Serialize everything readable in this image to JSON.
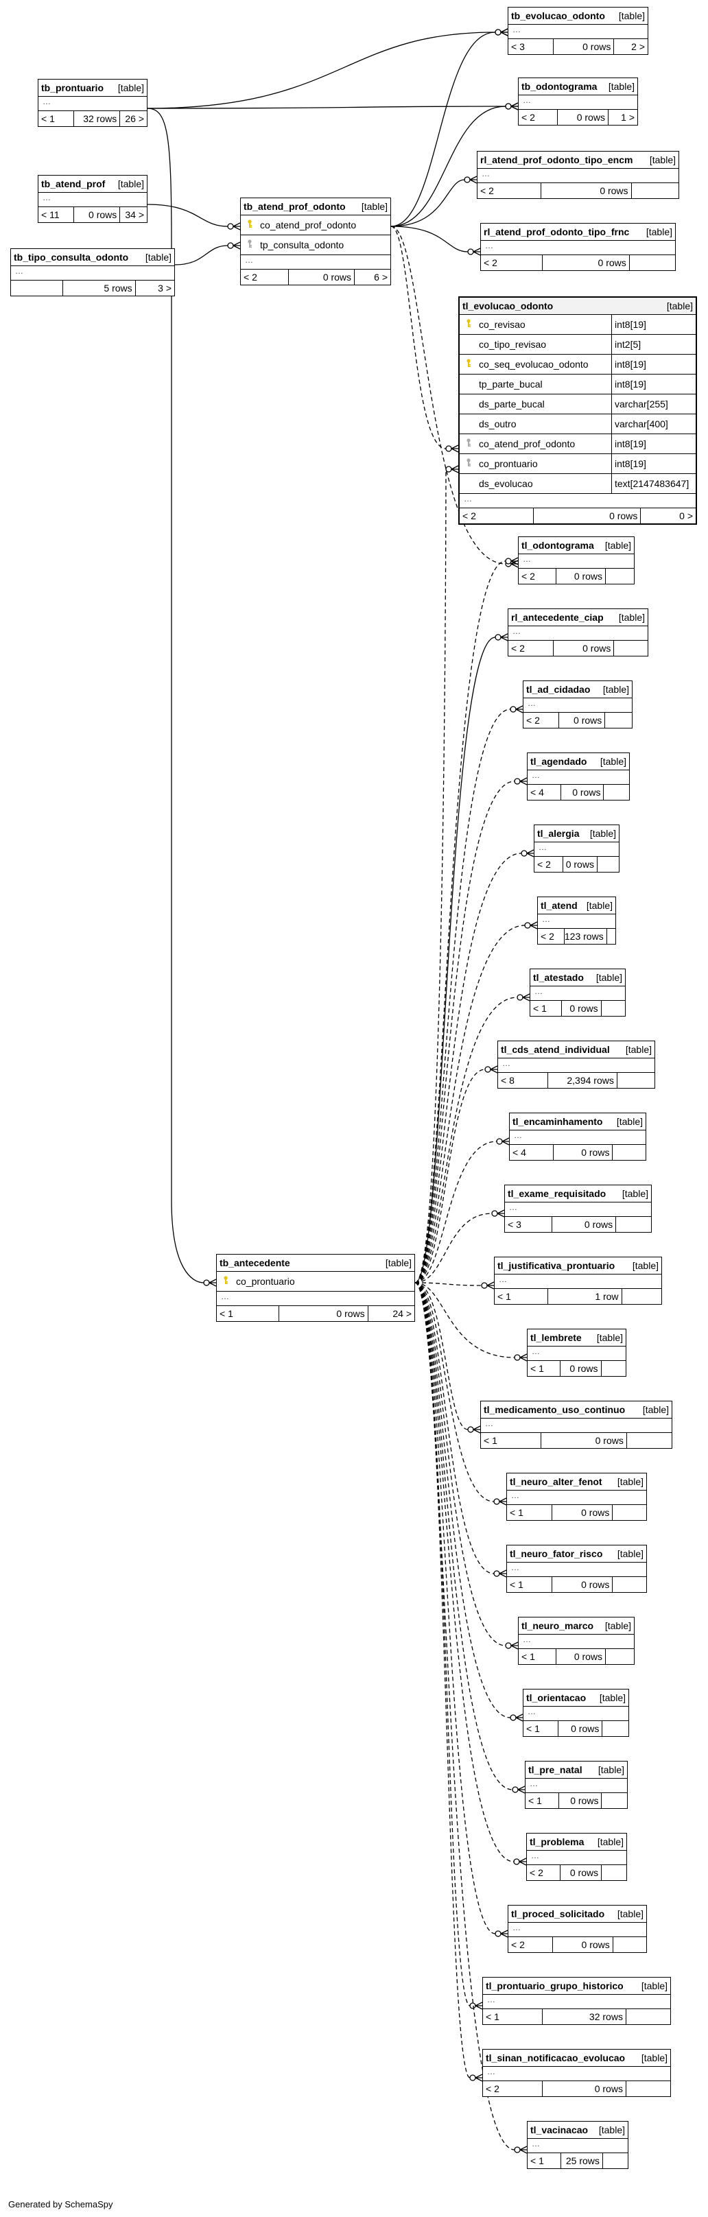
{
  "tables": [
    {
      "id": "tb_evolucao_odonto",
      "name": "tb_evolucao_odonto",
      "kind": "[table]",
      "parents": "< 3",
      "rows": "0 rows",
      "children": "2 >"
    },
    {
      "id": "tb_prontuario",
      "name": "tb_prontuario",
      "kind": "[table]",
      "parents": "< 1",
      "rows": "32 rows",
      "children": "26 >"
    },
    {
      "id": "tb_odontograma",
      "name": "tb_odontograma",
      "kind": "[table]",
      "parents": "< 2",
      "rows": "0 rows",
      "children": "1 >"
    },
    {
      "id": "rl_atend_prof_odonto_tipo_encm",
      "name": "rl_atend_prof_odonto_tipo_encm",
      "kind": "[table]",
      "parents": "< 2",
      "rows": "0 rows",
      "children": ""
    },
    {
      "id": "tb_atend_prof",
      "name": "tb_atend_prof",
      "kind": "[table]",
      "parents": "< 11",
      "rows": "0 rows",
      "children": "34 >"
    },
    {
      "id": "tb_atend_prof_odonto",
      "name": "tb_atend_prof_odonto",
      "kind": "[table]",
      "parents": "< 2",
      "rows": "0 rows",
      "children": "6 >",
      "columns": [
        {
          "name": "co_atend_prof_odonto",
          "key": "pk"
        },
        {
          "name": "tp_consulta_odonto",
          "key": "fk"
        }
      ]
    },
    {
      "id": "rl_atend_prof_odonto_tipo_frnc",
      "name": "rl_atend_prof_odonto_tipo_frnc",
      "kind": "[table]",
      "parents": "< 2",
      "rows": "0 rows",
      "children": ""
    },
    {
      "id": "tb_tipo_consulta_odonto",
      "name": "tb_tipo_consulta_odonto",
      "kind": "[table]",
      "parents": "",
      "rows": "5 rows",
      "children": "3 >"
    },
    {
      "id": "tl_evolucao_odonto",
      "name": "tl_evolucao_odonto",
      "kind": "[table]",
      "parents": "< 2",
      "rows": "0 rows",
      "children": "0 >",
      "columns": [
        {
          "name": "co_revisao",
          "key": "pk",
          "type": "int8[19]"
        },
        {
          "name": "co_tipo_revisao",
          "key": "",
          "type": "int2[5]"
        },
        {
          "name": "co_seq_evolucao_odonto",
          "key": "pk",
          "type": "int8[19]"
        },
        {
          "name": "tp_parte_bucal",
          "key": "",
          "type": "int8[19]"
        },
        {
          "name": "ds_parte_bucal",
          "key": "",
          "type": "varchar[255]"
        },
        {
          "name": "ds_outro",
          "key": "",
          "type": "varchar[400]"
        },
        {
          "name": "co_atend_prof_odonto",
          "key": "fk",
          "type": "int8[19]"
        },
        {
          "name": "co_prontuario",
          "key": "fk",
          "type": "int8[19]"
        },
        {
          "name": "ds_evolucao",
          "key": "",
          "type": "text[2147483647]"
        }
      ]
    },
    {
      "id": "tl_odontograma",
      "name": "tl_odontograma",
      "kind": "[table]",
      "parents": "< 2",
      "rows": "0 rows",
      "children": ""
    },
    {
      "id": "rl_antecedente_ciap",
      "name": "rl_antecedente_ciap",
      "kind": "[table]",
      "parents": "< 2",
      "rows": "0 rows",
      "children": ""
    },
    {
      "id": "tl_ad_cidadao",
      "name": "tl_ad_cidadao",
      "kind": "[table]",
      "parents": "< 2",
      "rows": "0 rows",
      "children": ""
    },
    {
      "id": "tl_agendado",
      "name": "tl_agendado",
      "kind": "[table]",
      "parents": "< 4",
      "rows": "0 rows",
      "children": ""
    },
    {
      "id": "tl_alergia",
      "name": "tl_alergia",
      "kind": "[table]",
      "parents": "< 2",
      "rows": "0 rows",
      "children": ""
    },
    {
      "id": "tl_atend",
      "name": "tl_atend",
      "kind": "[table]",
      "parents": "< 2",
      "rows": "123 rows",
      "children": ""
    },
    {
      "id": "tl_atestado",
      "name": "tl_atestado",
      "kind": "[table]",
      "parents": "< 1",
      "rows": "0 rows",
      "children": ""
    },
    {
      "id": "tl_cds_atend_individual",
      "name": "tl_cds_atend_individual",
      "kind": "[table]",
      "parents": "< 8",
      "rows": "2,394 rows",
      "children": ""
    },
    {
      "id": "tl_encaminhamento",
      "name": "tl_encaminhamento",
      "kind": "[table]",
      "parents": "< 4",
      "rows": "0 rows",
      "children": ""
    },
    {
      "id": "tl_exame_requisitado",
      "name": "tl_exame_requisitado",
      "kind": "[table]",
      "parents": "< 3",
      "rows": "0 rows",
      "children": ""
    },
    {
      "id": "tb_antecedente",
      "name": "tb_antecedente",
      "kind": "[table]",
      "parents": "< 1",
      "rows": "0 rows",
      "children": "24 >",
      "columns": [
        {
          "name": "co_prontuario",
          "key": "pk"
        }
      ]
    },
    {
      "id": "tl_justificativa_prontuario",
      "name": "tl_justificativa_prontuario",
      "kind": "[table]",
      "parents": "< 1",
      "rows": "1 row",
      "children": ""
    },
    {
      "id": "tl_lembrete",
      "name": "tl_lembrete",
      "kind": "[table]",
      "parents": "< 1",
      "rows": "0 rows",
      "children": ""
    },
    {
      "id": "tl_medicamento_uso_continuo",
      "name": "tl_medicamento_uso_continuo",
      "kind": "[table]",
      "parents": "< 1",
      "rows": "0 rows",
      "children": ""
    },
    {
      "id": "tl_neuro_alter_fenot",
      "name": "tl_neuro_alter_fenot",
      "kind": "[table]",
      "parents": "< 1",
      "rows": "0 rows",
      "children": ""
    },
    {
      "id": "tl_neuro_fator_risco",
      "name": "tl_neuro_fator_risco",
      "kind": "[table]",
      "parents": "< 1",
      "rows": "0 rows",
      "children": ""
    },
    {
      "id": "tl_neuro_marco",
      "name": "tl_neuro_marco",
      "kind": "[table]",
      "parents": "< 1",
      "rows": "0 rows",
      "children": ""
    },
    {
      "id": "tl_orientacao",
      "name": "tl_orientacao",
      "kind": "[table]",
      "parents": "< 1",
      "rows": "0 rows",
      "children": ""
    },
    {
      "id": "tl_pre_natal",
      "name": "tl_pre_natal",
      "kind": "[table]",
      "parents": "< 1",
      "rows": "0 rows",
      "children": ""
    },
    {
      "id": "tl_problema",
      "name": "tl_problema",
      "kind": "[table]",
      "parents": "< 2",
      "rows": "0 rows",
      "children": ""
    },
    {
      "id": "tl_proced_solicitado",
      "name": "tl_proced_solicitado",
      "kind": "[table]",
      "parents": "< 2",
      "rows": "0 rows",
      "children": ""
    },
    {
      "id": "tl_prontuario_grupo_historico",
      "name": "tl_prontuario_grupo_historico",
      "kind": "[table]",
      "parents": "< 1",
      "rows": "32 rows",
      "children": ""
    },
    {
      "id": "tl_sinan_notificacao_evolucao",
      "name": "tl_sinan_notificacao_evolucao",
      "kind": "[table]",
      "parents": "< 2",
      "rows": "0 rows",
      "children": ""
    },
    {
      "id": "tl_vacinacao",
      "name": "tl_vacinacao",
      "kind": "[table]",
      "parents": "< 1",
      "rows": "25 rows",
      "children": ""
    }
  ],
  "footer": "Generated by SchemaSpy"
}
